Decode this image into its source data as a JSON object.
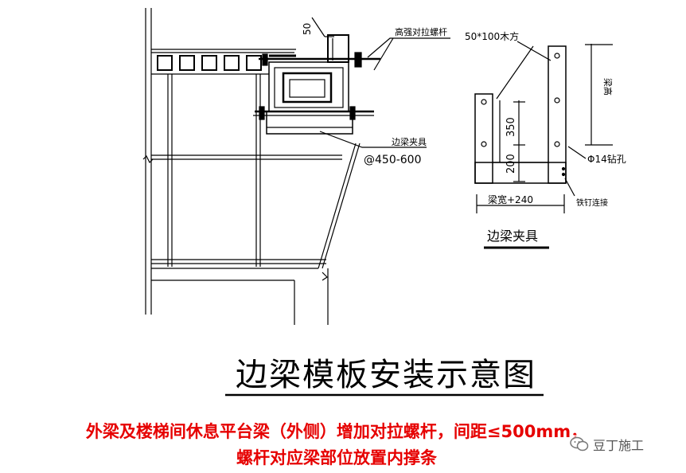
{
  "labels": {
    "dim_50": "50",
    "high_strength_bolt": "高强对拉螺杆",
    "side_beam_clamp": "边梁夹具",
    "spacing": "@450-600",
    "timber": "50*100木方",
    "beam_height": "梁高",
    "dim_350": "350",
    "dim_200": "200",
    "drill_hole": "Φ14钻孔",
    "nail_connect": "铁钉连接",
    "beam_width": "梁宽+240",
    "clamp_title": "边梁夹具"
  },
  "title": "边梁模板安装示意图",
  "caption_line1": "外梁及楼梯间休息平台梁（外侧）增加对拉螺杆，间距≤500mm，",
  "caption_line2": "螺杆对应梁部位放置内撑条",
  "watermark": "豆丁施工",
  "colors": {
    "line": "#000000",
    "caption": "#e60000"
  }
}
